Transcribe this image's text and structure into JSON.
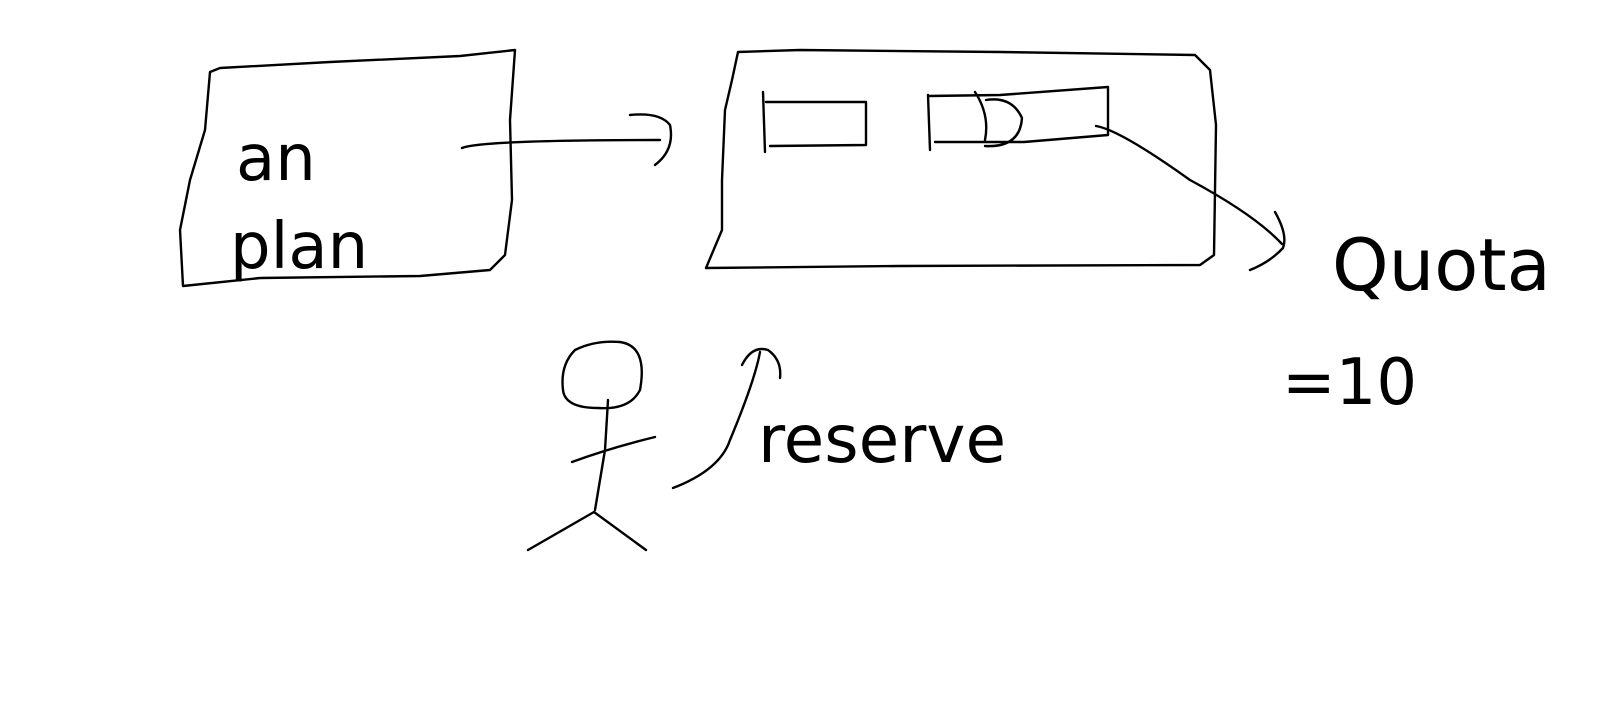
{
  "colors": {
    "ink": "#000000",
    "background": "#ffffff"
  },
  "left_box": {
    "text_lines": [
      "an",
      "plan"
    ]
  },
  "actor": {
    "label": "reserve"
  },
  "right_annotation": {
    "title": "Quota",
    "value": "=10"
  }
}
